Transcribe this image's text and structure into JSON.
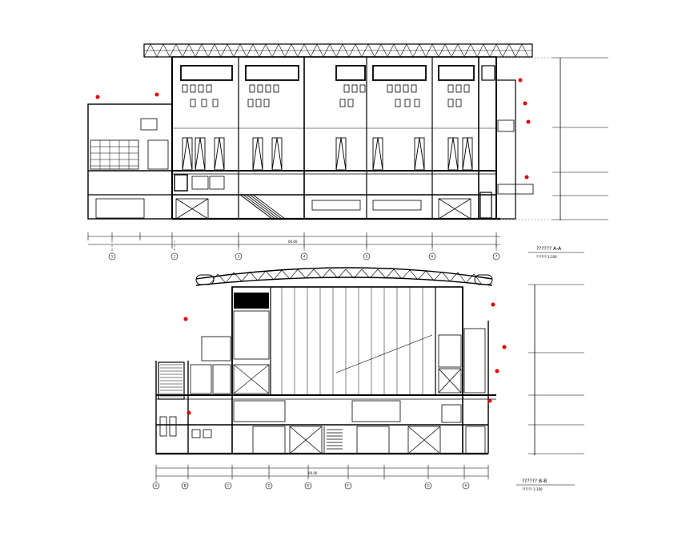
{
  "sections": [
    {
      "id": "a",
      "title": "?????? A-A",
      "scale": "?????? 1:100",
      "grid_labels": [
        "1",
        "2",
        "3",
        "4",
        "5",
        "6",
        "7"
      ],
      "total_dimension": "00.00"
    },
    {
      "id": "b",
      "title": "?????? B-B",
      "scale": "?????? 1:100",
      "grid_labels": [
        "A",
        "B",
        "C",
        "D",
        "E",
        "F",
        "G",
        "H"
      ],
      "total_dimension": "00.00"
    }
  ],
  "colors": {
    "line": "#000000",
    "level_marker": "#e00000",
    "background": "#ffffff"
  }
}
